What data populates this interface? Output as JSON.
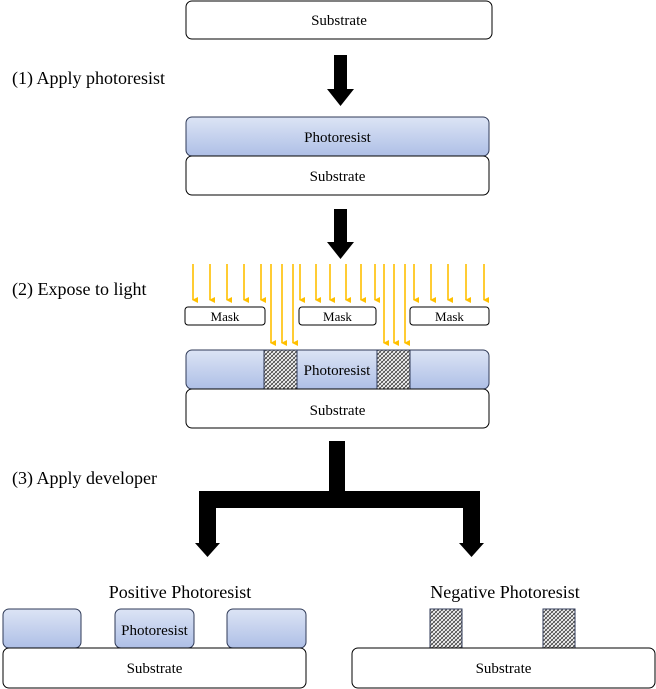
{
  "colors": {
    "arrow": "#000000",
    "light_ray": "#FFC000",
    "photoresist_fill_top": "#DCE4F5",
    "photoresist_fill_bottom": "#AEBFE6",
    "photoresist_border": "#2F3A57",
    "substrate_fill": "#FFFFFF",
    "box_border": "#000000",
    "exposed_hatch": "#3B3B3B"
  },
  "icons": {
    "process_arrow": "down-arrow-icon",
    "light_ray": "light-ray-arrow-icon",
    "exposed_region": "hatched-pattern"
  },
  "step0": {
    "substrate_label": "Substrate"
  },
  "step1": {
    "label": "(1) Apply photoresist",
    "photoresist_label": "Photoresist",
    "substrate_label": "Substrate"
  },
  "step2": {
    "label": "(2) Expose to light",
    "mask_labels": [
      "Mask",
      "Mask",
      "Mask"
    ],
    "photoresist_label": "Photoresist",
    "substrate_label": "Substrate"
  },
  "step3": {
    "label": "(3) Apply developer",
    "positive": {
      "title": "Positive Photoresist",
      "photoresist_label": "Photoresist",
      "substrate_label": "Substrate"
    },
    "negative": {
      "title": "Negative Photoresist",
      "substrate_label": "Substrate"
    }
  }
}
